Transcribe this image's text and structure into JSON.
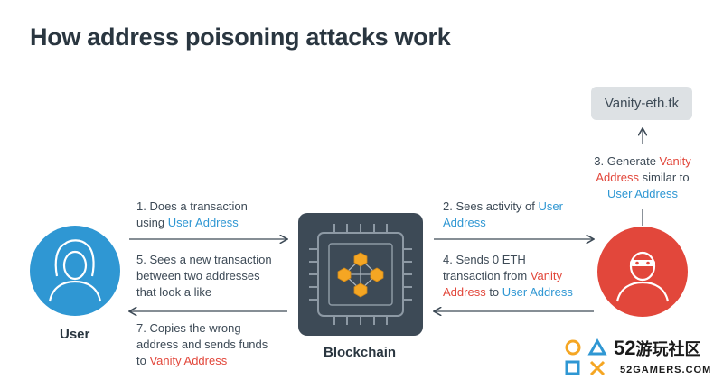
{
  "title": "How address poisoning attacks work",
  "nodes": {
    "user": "User",
    "blockchain": "Blockchain",
    "vanity_site": "Vanity-eth.tk"
  },
  "steps": {
    "s1": {
      "line1": "1. Does a transaction",
      "line2_pre": "using ",
      "line2_hl": "User Address"
    },
    "s2": {
      "line1_pre": "2. Sees activity of ",
      "line1_hl": "User",
      "line2_hl": "Address"
    },
    "s3": {
      "line1_pre": "3. Generate ",
      "line1_hl": "Vanity",
      "line2_hl": "Address",
      "line2_post": " similar to",
      "line3_hl": "User Address"
    },
    "s4": {
      "line1": "4. Sends 0 ETH",
      "line2_pre": "transaction from ",
      "line2_hl": "Vanity",
      "line3_hl1": "Address",
      "line3_mid": " to ",
      "line3_hl2": "User Address"
    },
    "s5": {
      "line1": "5. Sees a new transaction",
      "line2": "between two addresses",
      "line3": "that look a like"
    },
    "s7": {
      "line1": "7. Copies the wrong",
      "line2": "address and sends funds",
      "line3_pre": "to ",
      "line3_hl": "Vanity Address"
    }
  },
  "watermark": {
    "number": "52",
    "cn": "游玩社区",
    "en": "52GAMERS.COM"
  },
  "colors": {
    "user": "#2f97d3",
    "attacker": "#e2473b",
    "chip": "#3d4a56",
    "accent": "#f5a623"
  }
}
